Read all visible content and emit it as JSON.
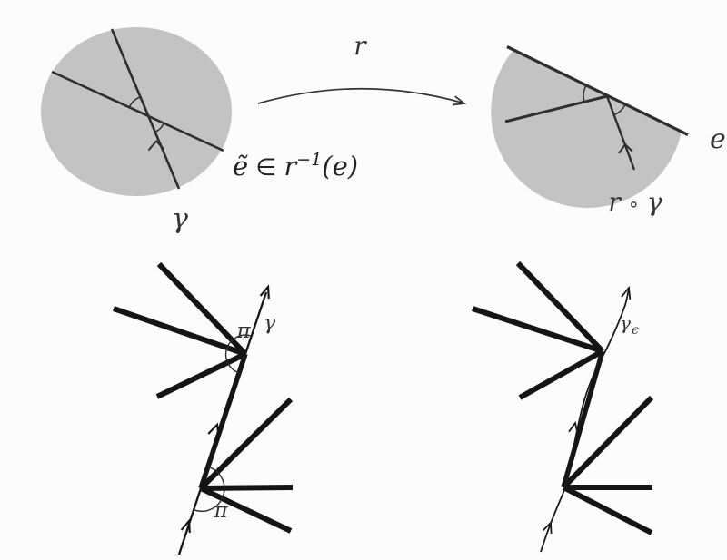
{
  "colors": {
    "background": "#fcfcfc",
    "region_fill": "#c3c3c3",
    "line": "#2e2e2e",
    "thick_line": "#151515",
    "label": "#333333"
  },
  "top_left": {
    "curve_label": "γ"
  },
  "map": {
    "label": "r"
  },
  "preimage_label": {
    "e_tilde": "ẽ",
    "element_of": " ∈ ",
    "r": "r",
    "exponent": "−1",
    "argument": "(e)"
  },
  "top_right": {
    "edge_label": "e",
    "image_curve": {
      "r": "r",
      "compose": "∘",
      "gamma": "γ"
    }
  },
  "bottom_left": {
    "angle_top": "π",
    "angle_bottom": "π",
    "curve_label": "γ"
  },
  "bottom_right": {
    "curve_label_main": "γ",
    "curve_label_sub": "ϵ"
  }
}
